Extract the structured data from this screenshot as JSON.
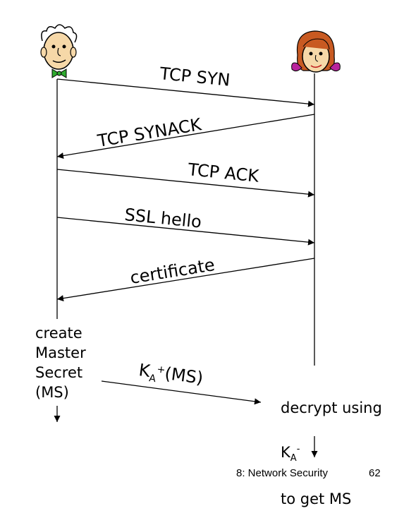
{
  "actors": {
    "left": {
      "icon": "man-avatar-icon"
    },
    "right": {
      "icon": "woman-avatar-icon"
    }
  },
  "messages": [
    {
      "label": "TCP SYN",
      "direction": "left-to-right"
    },
    {
      "label": "TCP SYNACK",
      "direction": "right-to-left"
    },
    {
      "label": "TCP ACK",
      "direction": "left-to-right"
    },
    {
      "label": "SSL hello",
      "direction": "left-to-right"
    },
    {
      "label": "certificate",
      "direction": "right-to-left"
    }
  ],
  "key_message": {
    "base": "K",
    "subscript": "A",
    "superscript": "+",
    "suffix": "(MS)",
    "direction": "left-to-right"
  },
  "left_note": {
    "text": "create\nMaster\nSecret\n(MS)"
  },
  "right_note": {
    "line1": "decrypt using",
    "key_base": "K",
    "key_subscript": "A",
    "key_superscript": "-",
    "line3": "to get MS"
  },
  "footer": {
    "title": "8: Network Security",
    "page": "62"
  }
}
